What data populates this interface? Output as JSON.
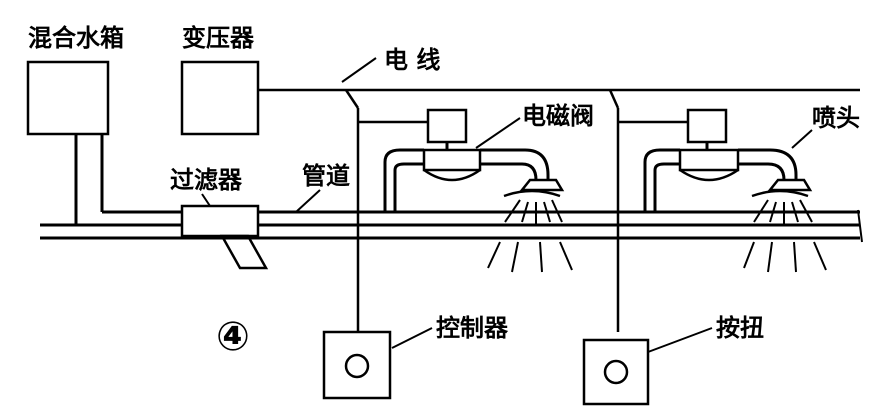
{
  "labels": {
    "mixing_tank": "混合水箱",
    "transformer": "变压器",
    "wire": "电  线",
    "solenoid_valve": "电磁阀",
    "nozzle": "喷头",
    "filter": "过滤器",
    "pipe": "管道",
    "figure_number": "④",
    "controller": "控制器",
    "button": "按扭"
  }
}
